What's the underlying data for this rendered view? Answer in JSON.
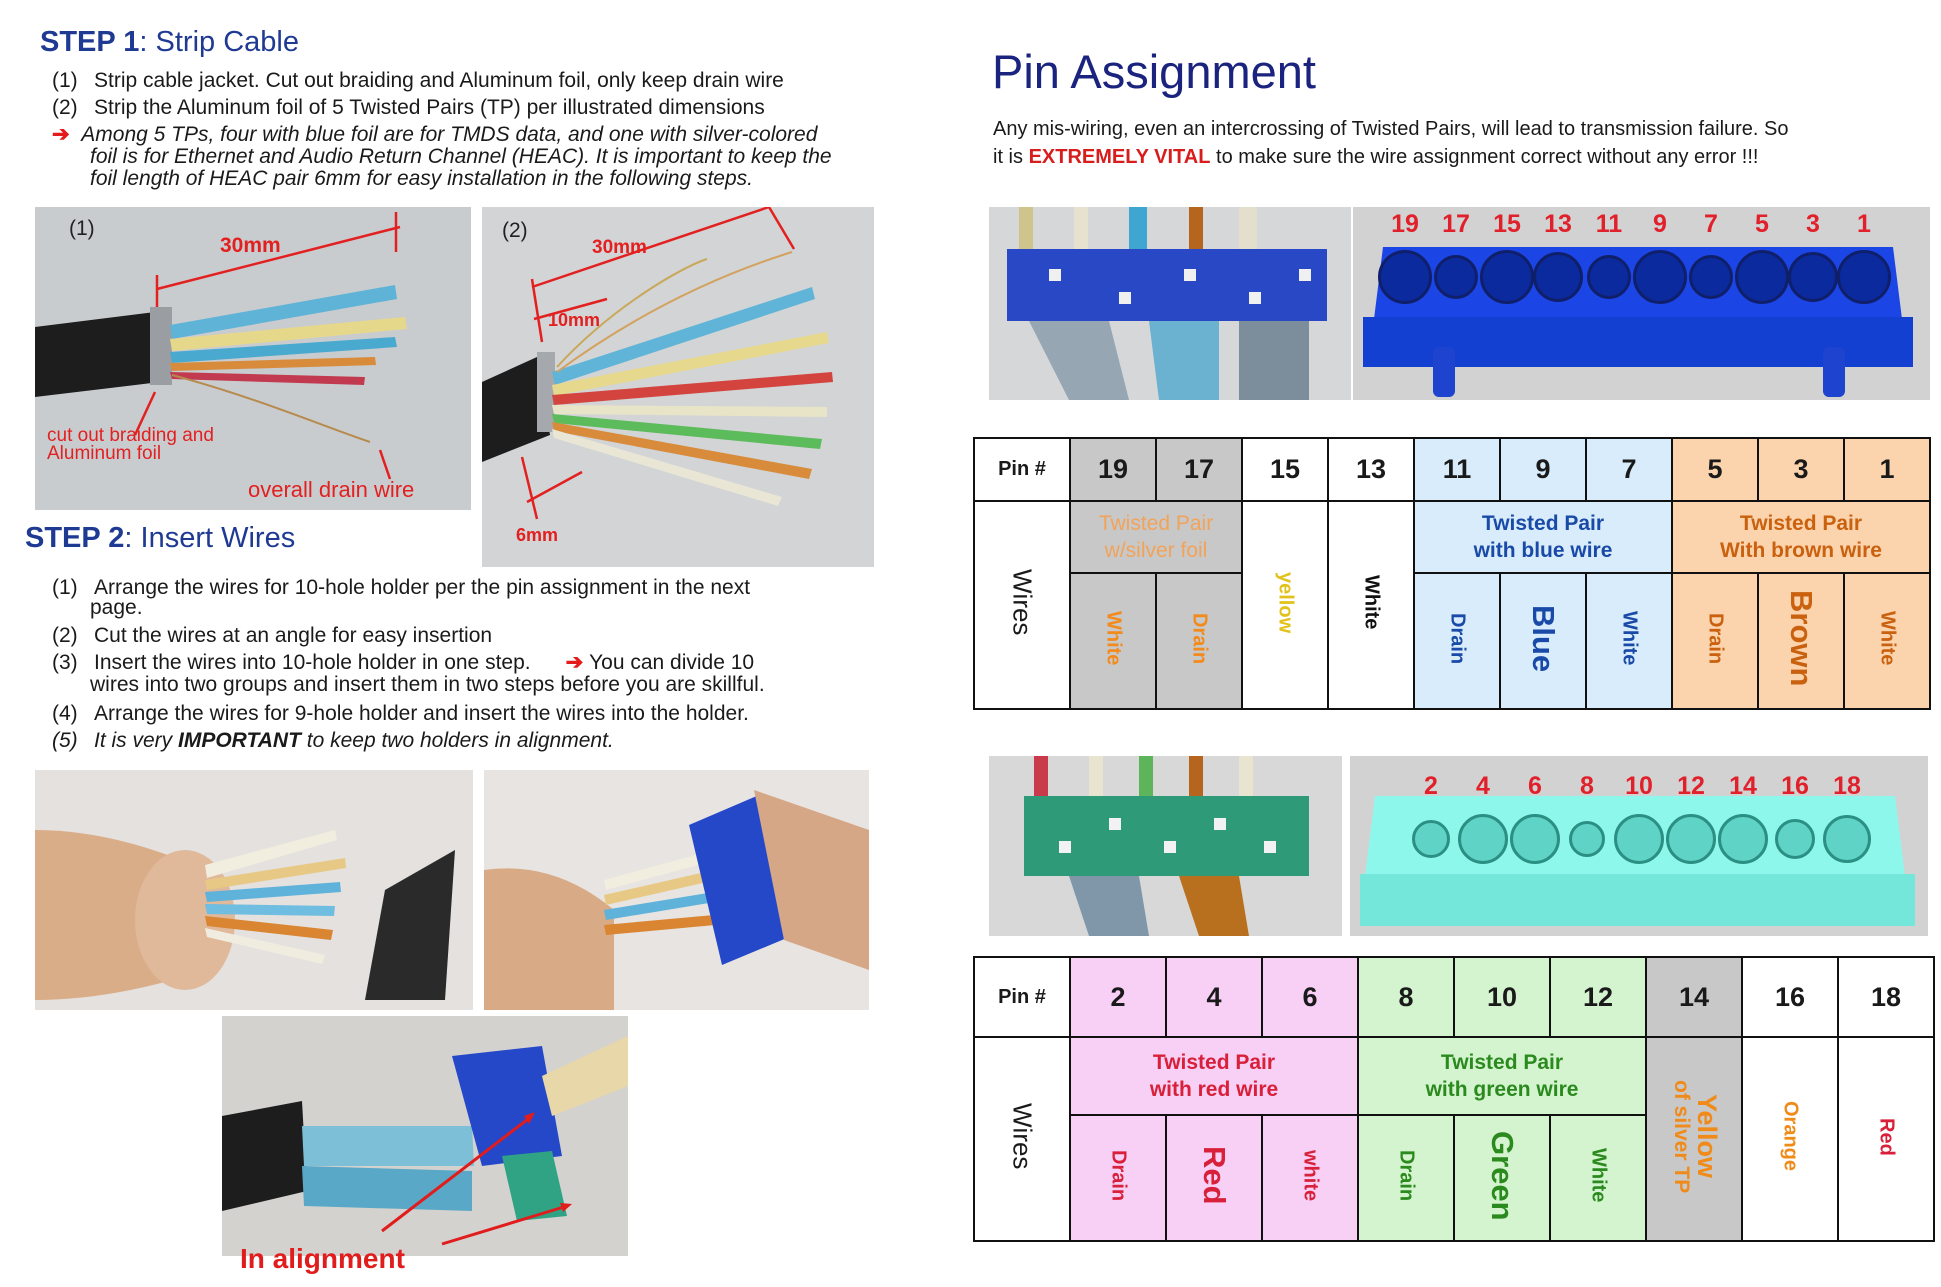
{
  "step1": {
    "prefix": "STEP 1",
    "title": ": Strip Cable",
    "items": [
      {
        "num": "(1)",
        "text": "Strip cable jacket. Cut out braiding and Aluminum foil, only keep drain wire"
      },
      {
        "num": "(2)",
        "text": "Strip the Aluminum foil of 5 Twisted Pairs (TP) per illustrated dimensions"
      }
    ],
    "note_lines": [
      "Among 5 TPs, four with blue foil are for TMDS data, and one with silver-colored",
      "foil is for Ethernet and Audio Return Channel (HEAC). It is important to keep the",
      "foil length of HEAC pair 6mm for easy installation in the following steps."
    ],
    "photo1": {
      "label": "(1)",
      "dim_30": "30mm",
      "cut_note_line1": "cut out braiding and",
      "cut_note_line2": "Aluminum foil",
      "drain_note": "overall drain wire"
    },
    "photo2": {
      "label": "(2)",
      "dim_30": "30mm",
      "dim_10": "10mm",
      "dim_6": "6mm"
    }
  },
  "step2": {
    "prefix": "STEP 2",
    "title": ": Insert Wires",
    "items": [
      {
        "num": "(1)",
        "line1": "Arrange the wires for 10-hole holder per the pin assignment in the next",
        "line2": "page."
      },
      {
        "num": "(2)",
        "line1": "Cut the wires at an angle for easy insertion",
        "line2": ""
      },
      {
        "num": "(3)",
        "line1": "Insert the wires into 10-hole holder in one step.",
        "line1b": "You can divide 10",
        "line2": "wires into two groups and insert them in two steps before you are skillful."
      },
      {
        "num": "(4)",
        "line1": "Arrange the wires for 9-hole holder and insert the wires into the holder.",
        "line2": ""
      },
      {
        "num": "(5)",
        "pre": "It is very ",
        "bold": "IMPORTANT",
        "post": " to keep two holders in alignment."
      }
    ],
    "alignment_label": "In alignment"
  },
  "pin_assignment": {
    "title": "Pin Assignment",
    "intro_line1": "Any mis-wiring, even an intercrossing of Twisted Pairs, will lead to transmission failure. So",
    "intro_pre": "it is ",
    "intro_vital": "EXTREMELY VITAL",
    "intro_post": " to make sure the wire assignment correct without any error !!!",
    "holder_top_numbers": [
      "19",
      "17",
      "15",
      "13",
      "11",
      "9",
      "7",
      "5",
      "3",
      "1"
    ],
    "holder_bottom_numbers": [
      "2",
      "4",
      "6",
      "8",
      "10",
      "12",
      "14",
      "16",
      "18"
    ],
    "table1": {
      "pin_label": "Pin #",
      "wires_label": "Wires",
      "pins": [
        "19",
        "17",
        "15",
        "13",
        "11",
        "9",
        "7",
        "5",
        "3",
        "1"
      ],
      "group_silver_l1": "Twisted Pair",
      "group_silver_l2": "w/silver foil",
      "group_blue_l1": "Twisted Pair",
      "group_blue_l2": "with blue wire",
      "group_brown_l1": "Twisted Pair",
      "group_brown_l2": "With brown wire",
      "w19": "White",
      "w17": "Drain",
      "w15": "yellow",
      "w13": "White",
      "w11": "Drain",
      "w9": "Blue",
      "w7": "White",
      "w5": "Drain",
      "w3": "Brown",
      "w1": "White"
    },
    "table2": {
      "pin_label": "Pin #",
      "wires_label": "Wires",
      "pins": [
        "2",
        "4",
        "6",
        "8",
        "10",
        "12",
        "14",
        "16",
        "18"
      ],
      "group_red_l1": "Twisted Pair",
      "group_red_l2": "with red wire",
      "group_green_l1": "Twisted Pair",
      "group_green_l2": "with green wire",
      "w2": "Drain",
      "w4": "Red",
      "w6": "white",
      "w8": "Drain",
      "w10": "Green",
      "w12": "White",
      "w14_l1": "Yellow",
      "w14_l2": "of silver TP",
      "w16": "Orange",
      "w18": "Red"
    }
  },
  "colors": {
    "heading_blue": "#1f3a93",
    "title_navy": "#1a237e",
    "vital_red": "#d81d1d",
    "holder_blue": "#1e4fe0",
    "holder_cyan": "#7ef3e8",
    "connector_green": "#2f9a78"
  }
}
